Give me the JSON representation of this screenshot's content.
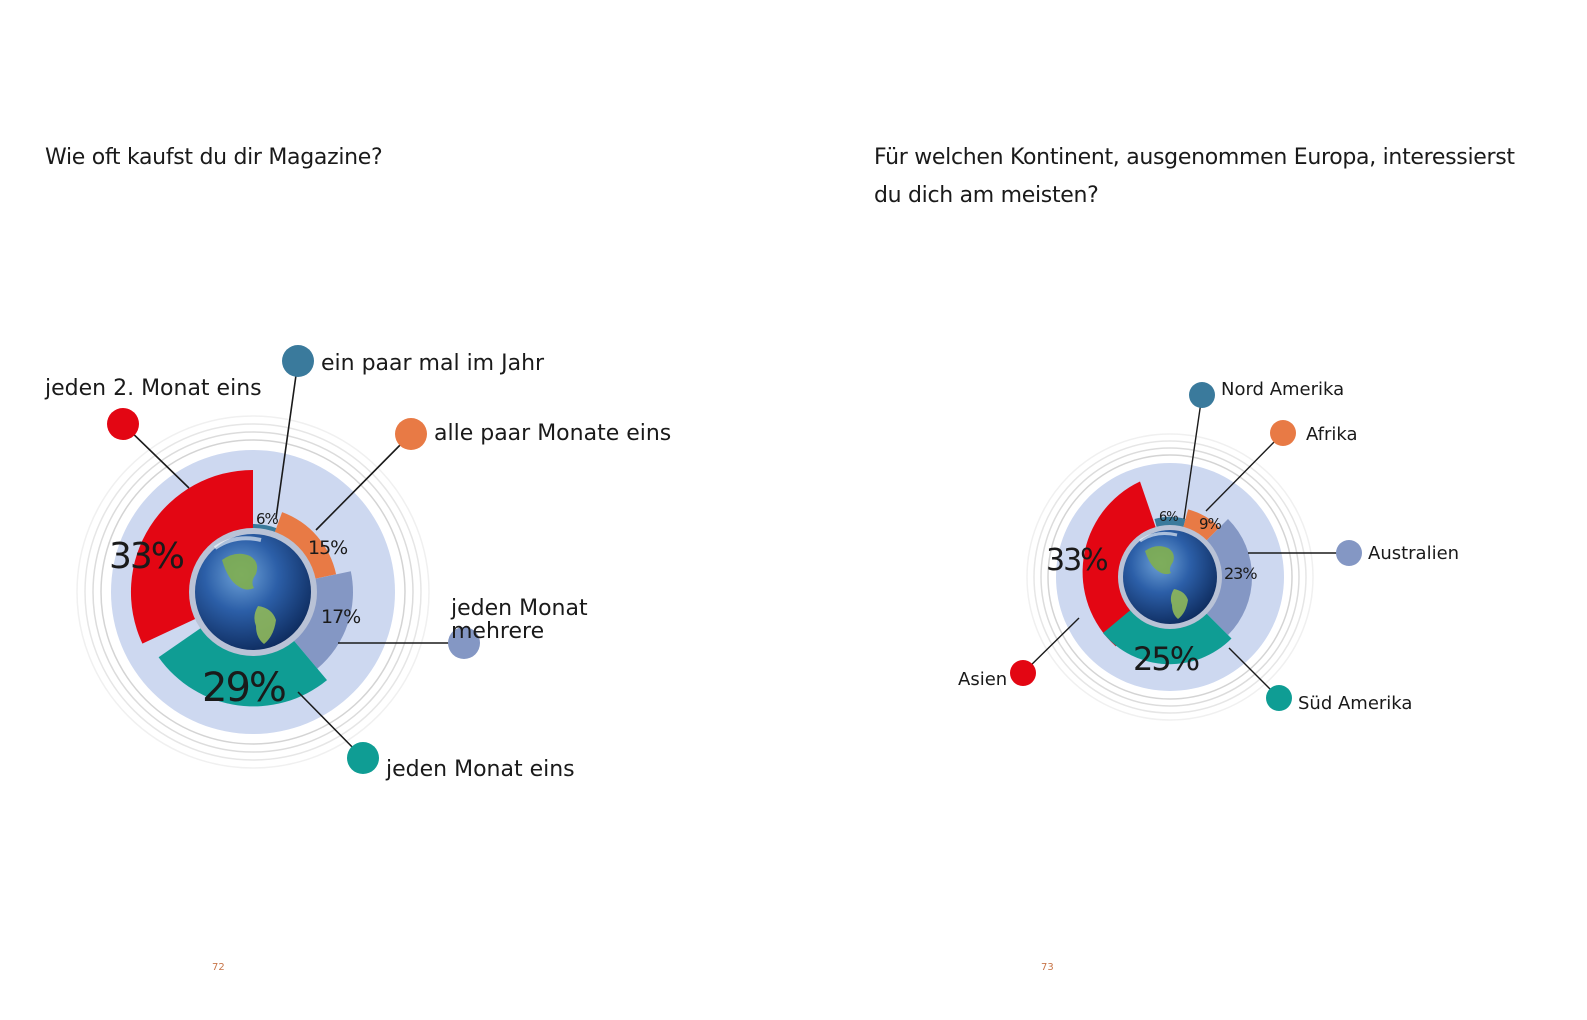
{
  "pages": [
    {
      "title": "Wie oft kaufst du dir Magazine?",
      "page_number": "72"
    },
    {
      "title_line1": "Für welchen Kontinent, ausgenommen Europa, interessierst",
      "title_line2": "du dich am meisten?",
      "page_number": "73"
    }
  ],
  "colors": {
    "red": "#e30613",
    "dark_blue": "#3a7a9c",
    "orange": "#e87a45",
    "lavender": "#8497c4",
    "teal": "#0f9d94",
    "background_disc": "#cdd8f0",
    "rings": "#d9d9d9",
    "page_number": "#c8764a"
  },
  "chart_data": [
    {
      "type": "pie",
      "style": "radial-bar (variable radius wedges around globe)",
      "title": "Wie oft kaufst du dir Magazine?",
      "categories": [
        "jeden 2. Monat eins",
        "ein paar mal im Jahr",
        "alle paar Monate eins",
        "jeden Monat mehrere",
        "jeden Monat eins"
      ],
      "values": [
        33,
        6,
        15,
        17,
        29
      ],
      "labels": [
        "33%",
        "6%",
        "15%",
        "17%",
        "29%"
      ],
      "colors": [
        "#e30613",
        "#3a7a9c",
        "#e87a45",
        "#8497c4",
        "#0f9d94"
      ]
    },
    {
      "type": "pie",
      "style": "radial-bar (variable radius wedges around globe)",
      "title": "Für welchen Kontinent, ausgenommen Europa, interessierst du dich am meisten?",
      "categories": [
        "Asien",
        "Nord Amerika",
        "Afrika",
        "Australien",
        "Süd Amerika"
      ],
      "values": [
        33,
        6,
        9,
        23,
        25
      ],
      "labels": [
        "33%",
        "6%",
        "9%",
        "23%",
        "25%"
      ],
      "colors": [
        "#e30613",
        "#3a7a9c",
        "#e87a45",
        "#8497c4",
        "#0f9d94"
      ]
    }
  ]
}
